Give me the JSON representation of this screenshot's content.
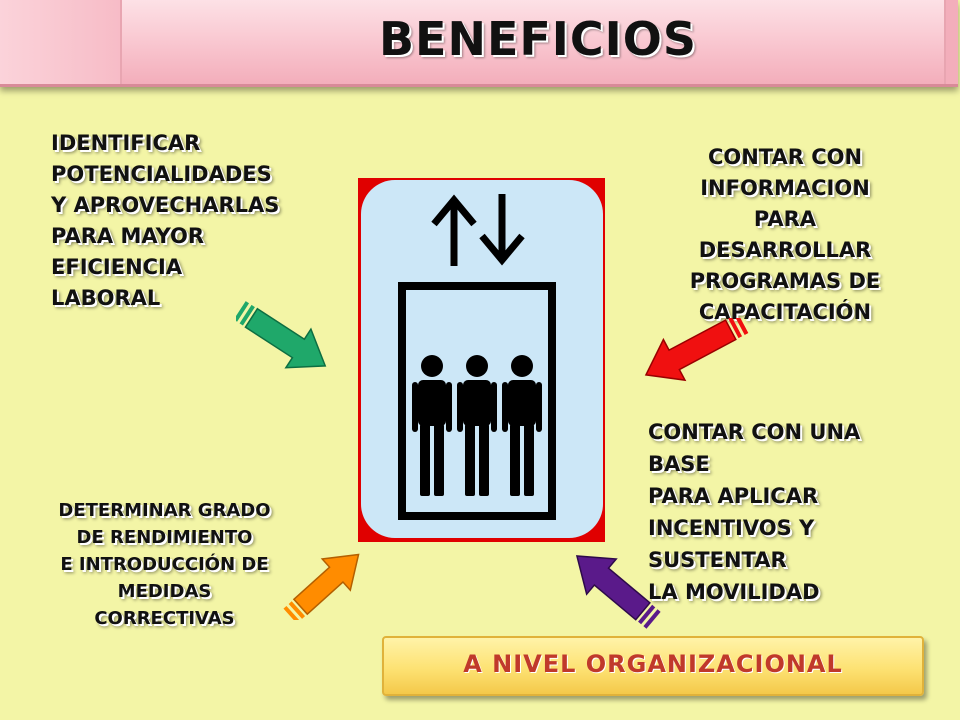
{
  "title": "BENEFICIOS",
  "benefits": {
    "top_left": "IDENTIFICAR\nPOTENCIALIDADES\nY APROVECHARLAS\nPARA MAYOR\nEFICIENCIA\nLABORAL",
    "top_right": "CONTAR CON\nINFORMACION\nPARA\nDESARROLLAR\nPROGRAMAS DE\nCAPACITACIÓN",
    "bottom_right": "CONTAR CON UNA\nBASE\nPARA APLICAR\nINCENTIVOS Y\nSUSTENTAR\nLA MOVILIDAD",
    "bottom_left": "DETERMINAR GRADO\nDE RENDIMIENTO\nE INTRODUCCIÓN DE\nMEDIDAS\nCORRECTIVAS"
  },
  "footer": "A NIVEL ORGANIZACIONAL",
  "icons": {
    "center": "elevator-icon",
    "arrows": [
      "green-arrow-icon",
      "red-arrow-icon",
      "orange-arrow-icon",
      "purple-arrow-icon"
    ]
  },
  "colors": {
    "background": "#f3f5a6",
    "title_banner": "#f8c2cc",
    "elevator_frame": "#e00000",
    "elevator_panel": "#cce7f7",
    "arrow_green": "#1fa86a",
    "arrow_red": "#f01010",
    "arrow_orange": "#ff8c00",
    "arrow_purple": "#5a1a8a",
    "footer_banner": "#fde273",
    "footer_text": "#c0392b"
  }
}
